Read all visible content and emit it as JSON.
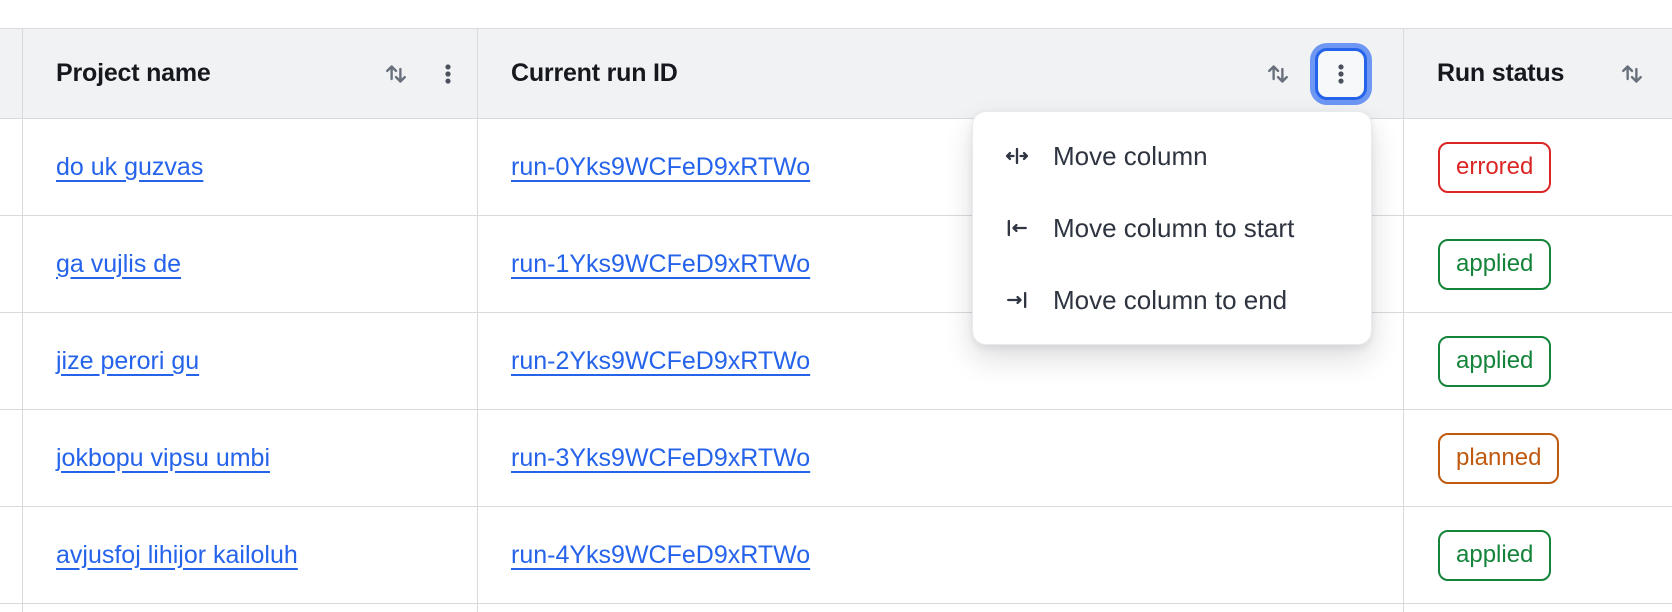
{
  "table": {
    "columns": [
      {
        "label": "Project name"
      },
      {
        "label": "Current run ID"
      },
      {
        "label": "Run status"
      }
    ],
    "rows": [
      {
        "project": "do uk guzvas",
        "run_id": "run-0Yks9WCFeD9xRTWo",
        "status": "errored"
      },
      {
        "project": "ga vujlis de",
        "run_id": "run-1Yks9WCFeD9xRTWo",
        "status": "applied"
      },
      {
        "project": "jize perori gu",
        "run_id": "run-2Yks9WCFeD9xRTWo",
        "status": "applied"
      },
      {
        "project": "jokbopu vipsu umbi",
        "run_id": "run-3Yks9WCFeD9xRTWo",
        "status": "planned"
      },
      {
        "project": "avjusfoj lihijor kailoluh",
        "run_id": "run-4Yks9WCFeD9xRTWo",
        "status": "applied"
      }
    ],
    "status_colors": {
      "errored": "#dc2626",
      "applied": "#15843b",
      "planned": "#c05a11"
    }
  },
  "menu": {
    "items": [
      {
        "label": "Move column",
        "icon": "move-column-icon"
      },
      {
        "label": "Move column to start",
        "icon": "move-column-to-start-icon"
      },
      {
        "label": "Move column to end",
        "icon": "move-column-to-end-icon"
      }
    ]
  },
  "icons": {
    "sort": "sort-icon",
    "kebab": "column-options-icon"
  },
  "colors": {
    "link": "#2563eb",
    "header_bg": "#f1f2f4",
    "row_border": "#d9dade",
    "focus_ring_inner": "#2563eb",
    "focus_ring_outer": "#6d97f3",
    "icon_gray": "#68707c",
    "menu_text": "#2f3540"
  }
}
